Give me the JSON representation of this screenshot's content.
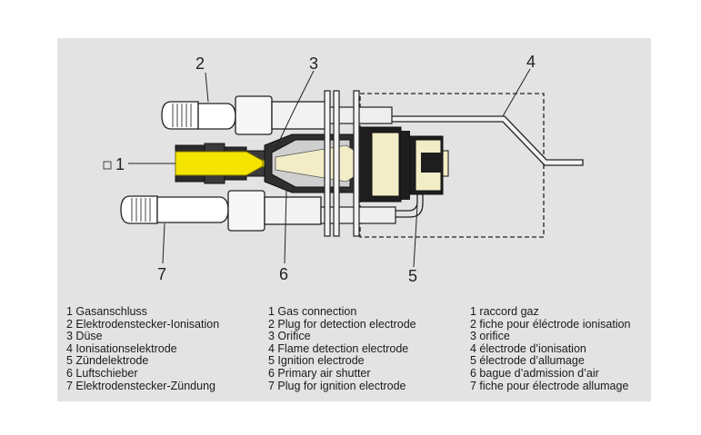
{
  "callouts": [
    "1",
    "2",
    "3",
    "4",
    "5",
    "6",
    "7"
  ],
  "legend": {
    "de": [
      "1 Gasanschluss",
      "2 Elektrodenstecker-Ionisation",
      "3 Düse",
      "4 Ionisationselektrode",
      "5 Zündelektrode",
      "6 Luftschieber",
      "7 Elektrodenstecker-Zündung"
    ],
    "en": [
      "1 Gas connection",
      "2 Plug for detection electrode",
      "3 Orifice",
      "4 Flame detection electrode",
      "5 Ignition electrode",
      "6 Primary air shutter",
      "7 Plug for ignition electrode"
    ],
    "fr": [
      "1 raccord gaz",
      "2 fiche pour éléctrode ionisation",
      "3 orifice",
      "4 électrode d’ionisation",
      "5 électrode d’allumage",
      "6 bague d’admission d’air",
      "7 fiche pour électrode allumage"
    ]
  },
  "colors": {
    "background": "#e3e3e3",
    "gas": "#f5e400",
    "flame": "#f3edc7"
  }
}
